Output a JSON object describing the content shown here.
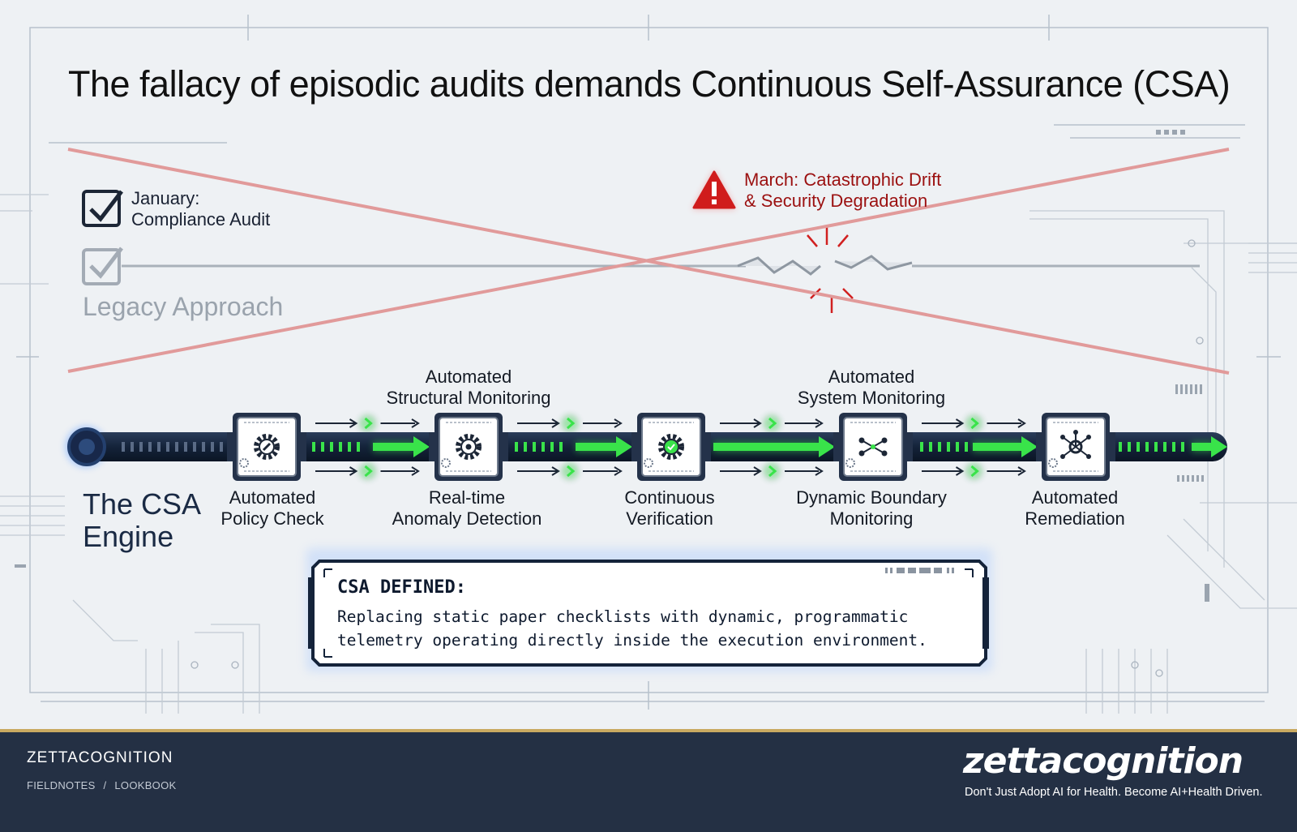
{
  "title": "The fallacy of episodic audits demands Continuous Self-Assurance (CSA)",
  "legacy": {
    "audit_label_line1": "January:",
    "audit_label_line2": "Compliance Audit",
    "approach_label": "Legacy Approach"
  },
  "warning": {
    "line1": "March: Catastrophic Drift",
    "line2": "& Security Degradation"
  },
  "engine": {
    "line1": "The CSA",
    "line2": "Engine"
  },
  "stages": [
    {
      "line1": "Automated",
      "line2": "Policy Check",
      "icon": "gear-check-icon"
    },
    {
      "line1": "Real-time",
      "line2": "Anomaly Detection",
      "icon": "gear-icon"
    },
    {
      "line1": "Continuous",
      "line2": "Verification",
      "icon": "gear-verified-icon"
    },
    {
      "line1": "Dynamic Boundary",
      "line2": "Monitoring",
      "icon": "network-branch-icon"
    },
    {
      "line1": "Automated",
      "line2": "Remediation",
      "icon": "node-network-icon"
    }
  ],
  "monitors": [
    {
      "line1": "Automated",
      "line2": "Structural Monitoring"
    },
    {
      "line1": "Automated",
      "line2": "System Monitoring"
    }
  ],
  "definition": {
    "heading": "CSA DEFINED:",
    "body": "Replacing static paper checklists with dynamic, programmatic telemetry operating directly inside the execution environment."
  },
  "footer": {
    "brand": "ZETTACOGNITION",
    "breadcrumb": [
      "FIELDNOTES",
      "/",
      "LOOKBOOK"
    ],
    "logo": "zettacognition",
    "tagline": "Don't Just Adopt AI for Health. Become AI+Health Driven."
  },
  "colors": {
    "accent_green": "#39e34a",
    "pipe_navy": "#14233a",
    "cross_red": "#e19a9a",
    "warning_red": "#d01c1c",
    "footer_bg": "#243044",
    "footer_rule": "#c9a961"
  }
}
